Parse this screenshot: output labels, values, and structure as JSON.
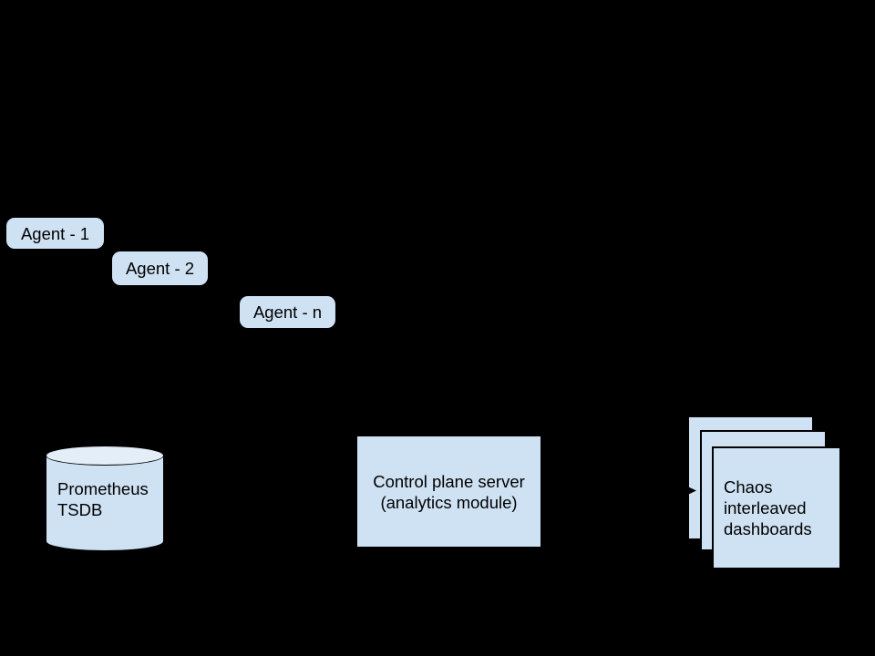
{
  "diagram": {
    "agents": [
      {
        "label": "Agent - 1"
      },
      {
        "label": "Agent - 2"
      },
      {
        "label": "Agent - n"
      }
    ],
    "tsdb": {
      "lines": [
        "Prometheus",
        "TSDB"
      ]
    },
    "control_plane": {
      "lines": [
        "Control plane server",
        "(analytics module)"
      ]
    },
    "dashboards": {
      "lines": [
        "Chaos",
        "interleaved",
        "dashboards"
      ]
    },
    "colors": {
      "node-fill": "#cfe2f3",
      "cylinder-top-fill": "#e4eef8",
      "stroke": "#000000",
      "text": "#000000",
      "bg": "#000000"
    }
  }
}
